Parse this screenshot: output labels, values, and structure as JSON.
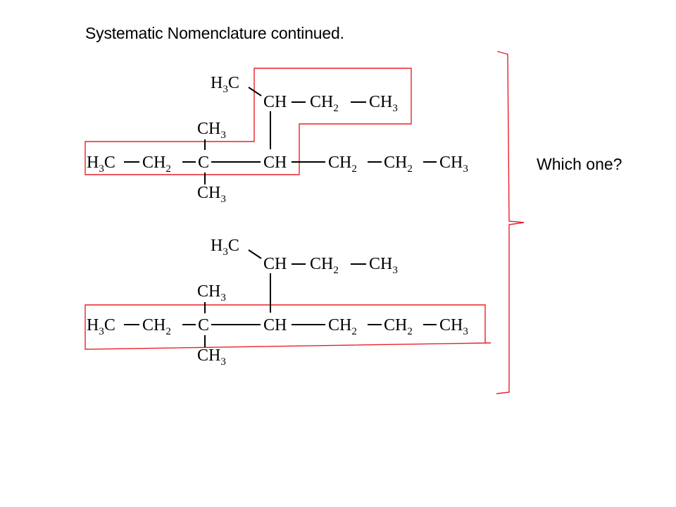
{
  "title": "Systematic Nomenclature continued.",
  "question": "Which one?",
  "colors": {
    "highlight": "#e8212a",
    "text": "#000000"
  },
  "labels": {
    "H3C": {
      "main": "H",
      "sub": "3",
      "tail": "C"
    },
    "CH3": {
      "main": "CH",
      "sub": "3"
    },
    "CH2": {
      "main": "CH",
      "sub": "2"
    },
    "CH": "CH",
    "C": "C"
  }
}
